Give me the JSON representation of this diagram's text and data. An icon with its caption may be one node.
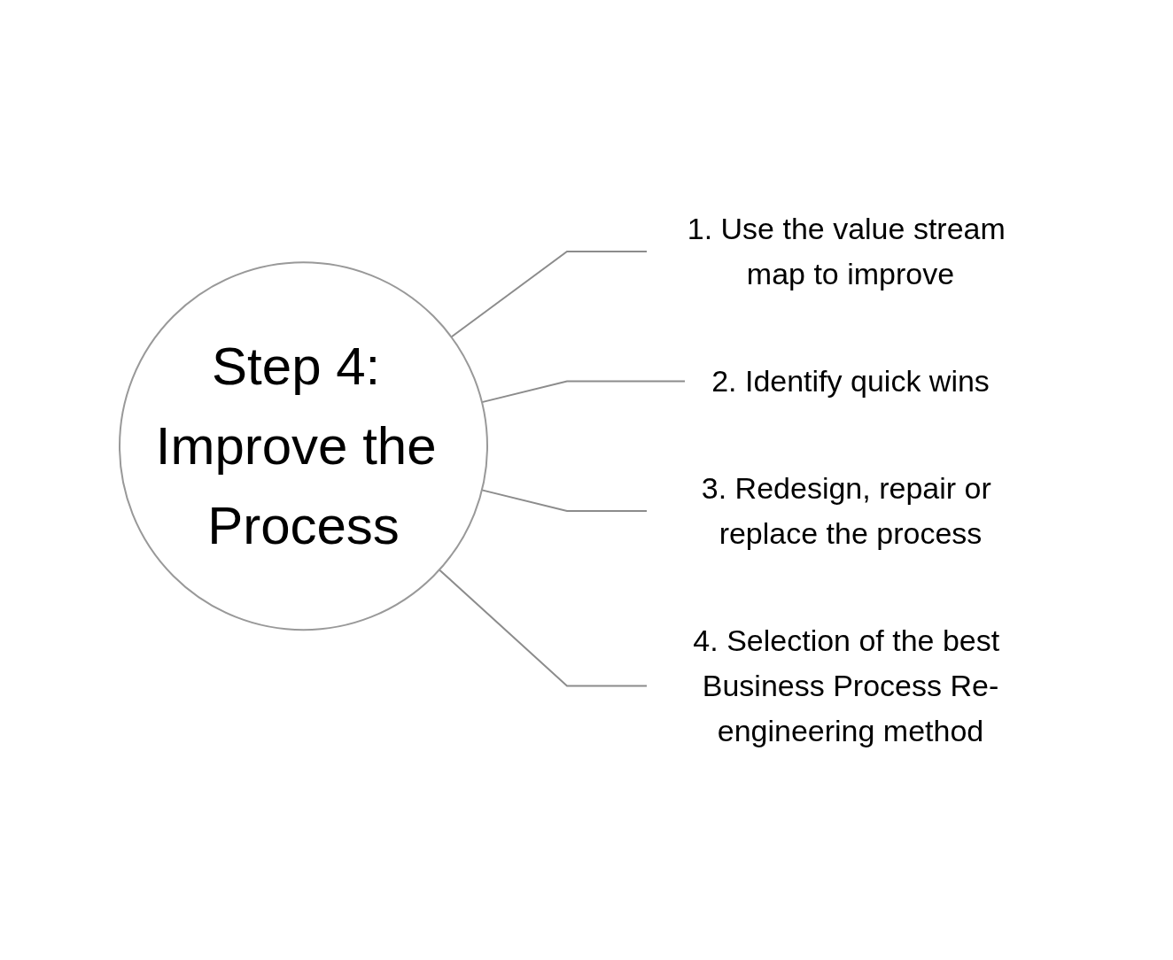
{
  "diagram": {
    "nodes": [
      {
        "text": [
          "Step 4: Improve the Process"
        ]
      },
      {
        "text": [
          "1. Use the value stream map to improve"
        ]
      },
      {
        "text": [
          "2. Identify quick wins"
        ]
      },
      {
        "text": [
          "3. Redesign, repair or replace the process"
        ]
      },
      {
        "text": [
          "4. Selection of the best Business Process Re-engineering method"
        ]
      }
    ],
    "edges": [
      {
        "from": 0,
        "to": 1,
        "arrow": "none"
      },
      {
        "from": 0,
        "to": 2,
        "arrow": "none"
      },
      {
        "from": 0,
        "to": 3,
        "arrow": "none"
      },
      {
        "from": 0,
        "to": 4,
        "arrow": "none"
      }
    ]
  }
}
